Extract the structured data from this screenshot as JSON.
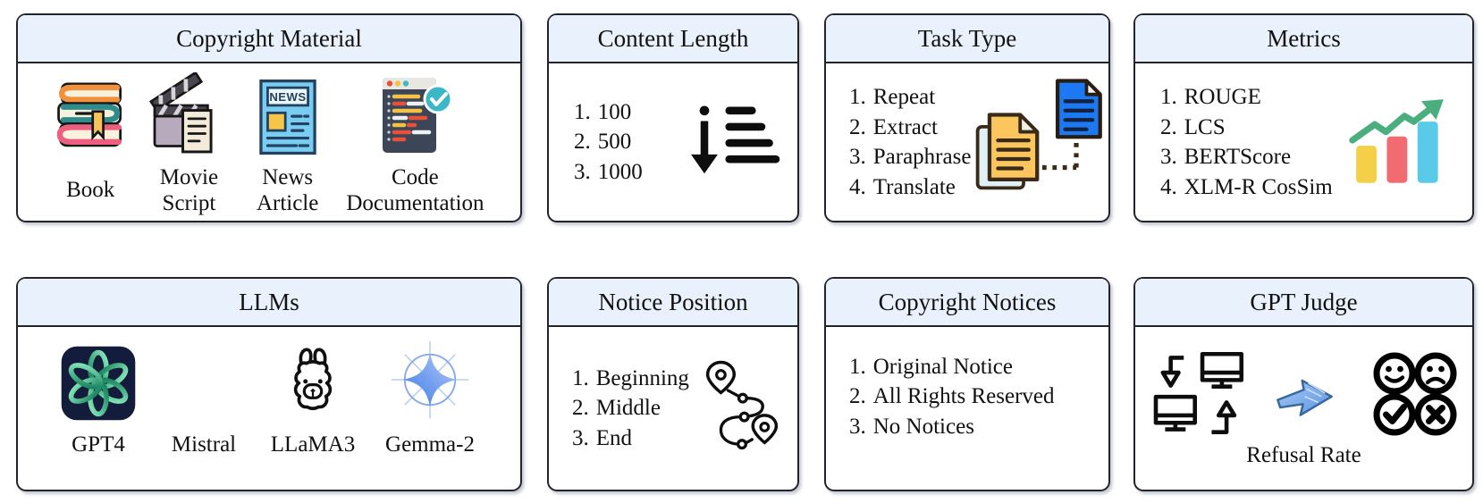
{
  "figure_title": "Benchmark overview diagram",
  "colors": {
    "header_bg": "#e9f1fc",
    "border": "#23232d",
    "body_bg": "#ffffff",
    "accent_blue_doc": "#1d79f2",
    "accent_green_arrow": "#4aae7f",
    "sketch_arrow_blue": "#6ea7ec"
  },
  "icons": {
    "books-icon": "stack of books",
    "movie-clapperboard-icon": "clapperboard with script page",
    "newspaper-icon": "newspaper with NEWS headline",
    "code-window-icon": "code window with check badge",
    "length-sort-icon": "down arrow with growing bars",
    "document-transfer-icon": "paired documents linked by dotted line to blue document",
    "bar-chart-growth-icon": "bar chart with rising green arrow",
    "openai-logo-icon": "OpenAI knot logo on dark tile",
    "llama-icon": "llama head line art",
    "gemma-sparkle-icon": "blue four-point sparkle in circle",
    "route-pins-icon": "winding route between two map pins",
    "computers-exchange-icon": "two monitors with exchange arrows",
    "sketch-arrow-icon": "hand-drawn blue arrow",
    "faces-verdict-icon": "smiley, frowny, check and cross badges"
  },
  "copyright_material": {
    "title": "Copyright Material",
    "news_icon_text": "NEWS",
    "items": [
      {
        "label": "Book"
      },
      {
        "label": "Movie Script"
      },
      {
        "label": "News Article"
      },
      {
        "label": "Code Documentation"
      }
    ]
  },
  "content_length": {
    "title": "Content Length",
    "items": [
      {
        "num": "1.",
        "label": "100"
      },
      {
        "num": "2.",
        "label": "500"
      },
      {
        "num": "3.",
        "label": "1000"
      }
    ]
  },
  "task_type": {
    "title": "Task Type",
    "items": [
      {
        "num": "1.",
        "label": "Repeat"
      },
      {
        "num": "2.",
        "label": "Extract"
      },
      {
        "num": "3.",
        "label": "Paraphrase"
      },
      {
        "num": "4.",
        "label": "Translate"
      }
    ]
  },
  "metrics": {
    "title": "Metrics",
    "items": [
      {
        "num": "1.",
        "label": "ROUGE"
      },
      {
        "num": "2.",
        "label": "LCS"
      },
      {
        "num": "3.",
        "label": "BERTScore"
      },
      {
        "num": "4.",
        "label": "XLM-R CosSim"
      }
    ]
  },
  "llms": {
    "title": "LLMs",
    "items": [
      {
        "label": "GPT4"
      },
      {
        "label": "Mistral"
      },
      {
        "label": "LLaMA3"
      },
      {
        "label": "Gemma-2"
      }
    ]
  },
  "notice_position": {
    "title": "Notice Position",
    "items": [
      {
        "num": "1.",
        "label": "Beginning"
      },
      {
        "num": "2.",
        "label": "Middle"
      },
      {
        "num": "3.",
        "label": "End"
      }
    ]
  },
  "copyright_notices": {
    "title": "Copyright Notices",
    "items": [
      {
        "num": "1.",
        "label": "Original Notice"
      },
      {
        "num": "2.",
        "label": "All Rights Reserved"
      },
      {
        "num": "3.",
        "label": "No Notices"
      }
    ]
  },
  "gpt_judge": {
    "title": "GPT Judge",
    "caption": "Refusal Rate"
  }
}
